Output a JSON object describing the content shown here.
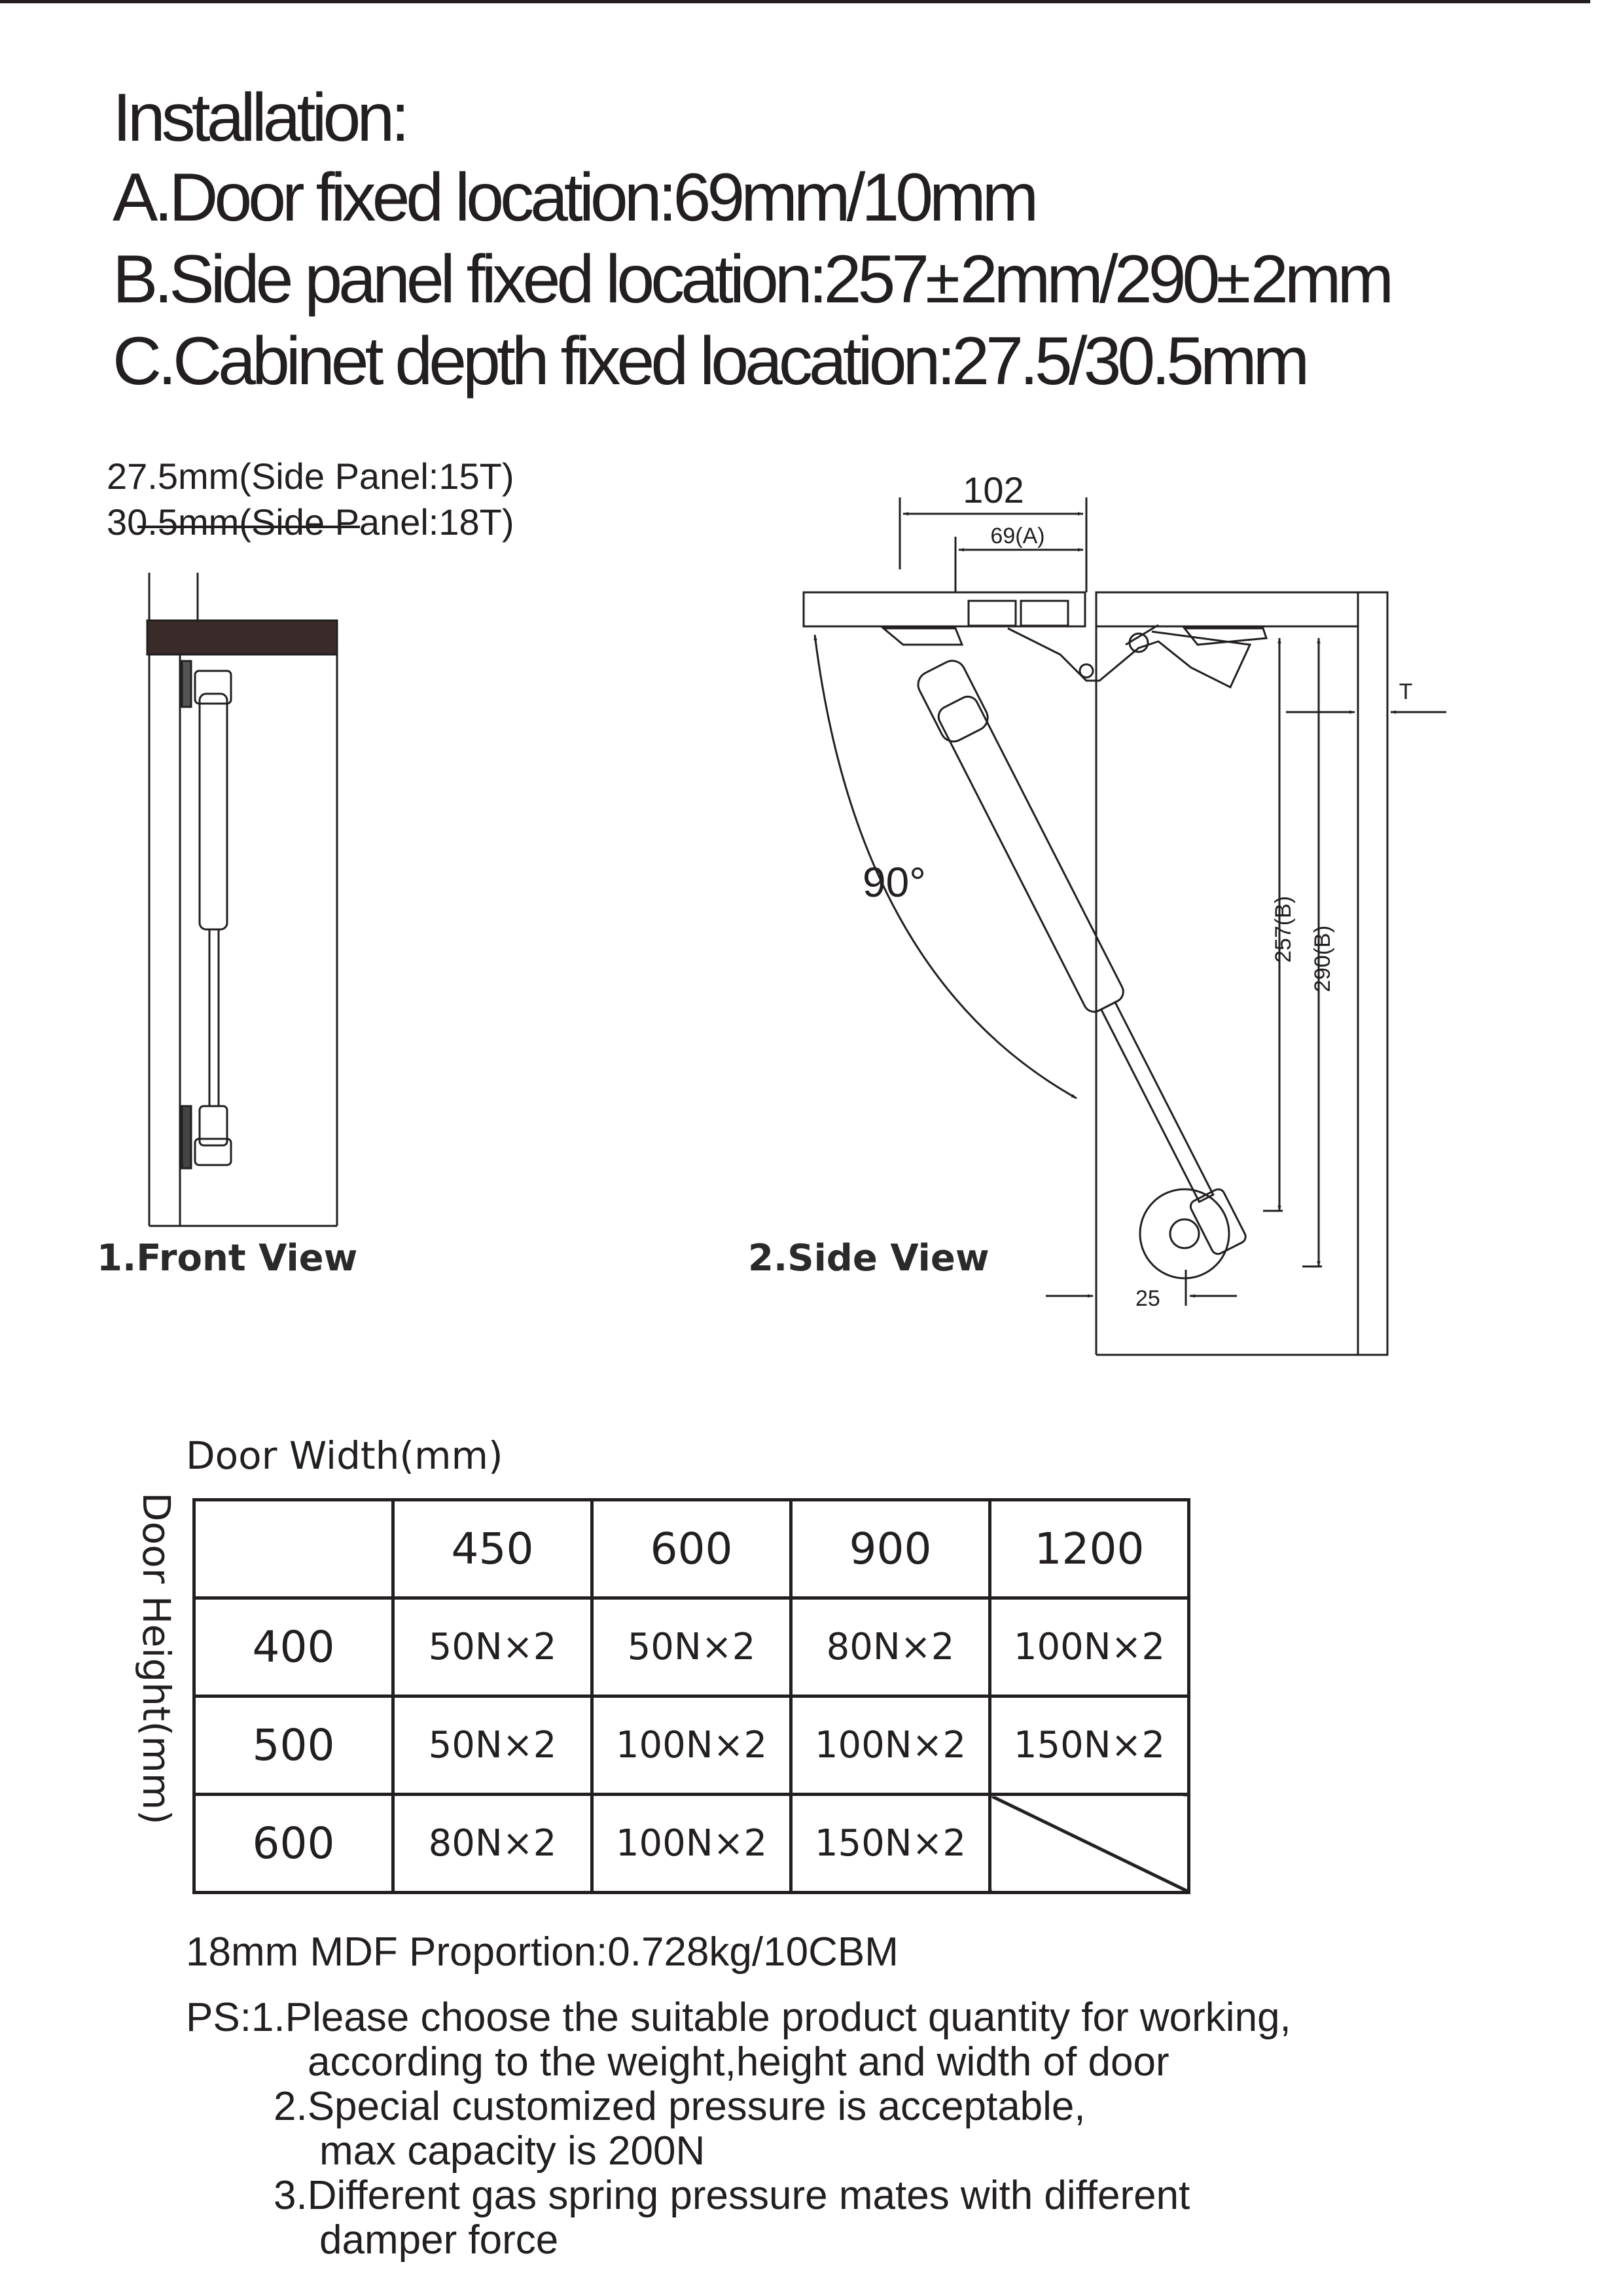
{
  "installation": {
    "title": "Installation:",
    "line_a": "A.Door fixed location:69mm/10mm",
    "line_b_a": "B.Side panel fixed location:257",
    "line_b_pm1": "±",
    "line_b_b": "2mm/290",
    "line_b_pm2": "±",
    "line_b_c": "2mm",
    "line_c": "C.Cabinet depth fixed loacation:27.5/30.5mm"
  },
  "front_view": {
    "dim_15t": "27.5mm(Side Panel:15T)",
    "dim_18t": "30.5mm(Side Panel:18T)",
    "caption": "1.Front View"
  },
  "side_view": {
    "dim_102": "102",
    "dim_69a": "69(A)",
    "angle": "90°",
    "dim_257b": "257(B)",
    "dim_290b": "290(B)",
    "dim_t": "T",
    "dim_25": "25",
    "caption": "2.Side View"
  },
  "pressure_table": {
    "door_width_label": "Door Width(mm)",
    "door_height_label": "Door Height(mm)",
    "widths": [
      "450",
      "600",
      "900",
      "1200"
    ],
    "rows": [
      {
        "height": "400",
        "values": [
          "50N×2",
          "50N×2",
          "80N×2",
          "100N×2"
        ]
      },
      {
        "height": "500",
        "values": [
          "50N×2",
          "100N×2",
          "100N×2",
          "150N×2"
        ]
      },
      {
        "height": "600",
        "values": [
          "80N×2",
          "100N×2",
          "150N×2",
          null
        ]
      }
    ]
  },
  "notes": {
    "mdf": "18mm MDF Proportion:0.728kg/10CBM",
    "ps1_a": "PS:1.Please choose the suitable product quantity for working,",
    "ps1_b": "according to the weight,height and width of door",
    "ps2_a": "2.Special customized pressure is acceptable,",
    "ps2_b": "max capacity is 200N",
    "ps3_a": "3.Different gas spring pressure mates with different",
    "ps3_b": "damper force"
  }
}
